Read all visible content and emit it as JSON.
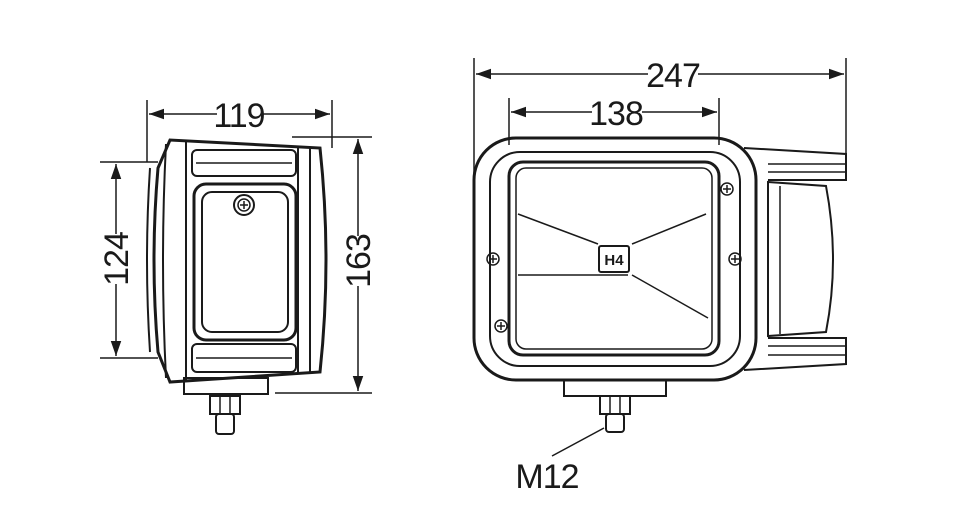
{
  "dimensions": {
    "side_width": "119",
    "side_inner_height": "124",
    "side_total_height": "163",
    "front_total_width": "247",
    "front_inner_width": "138"
  },
  "labels": {
    "bulb_type": "H4",
    "thread": "M12"
  }
}
